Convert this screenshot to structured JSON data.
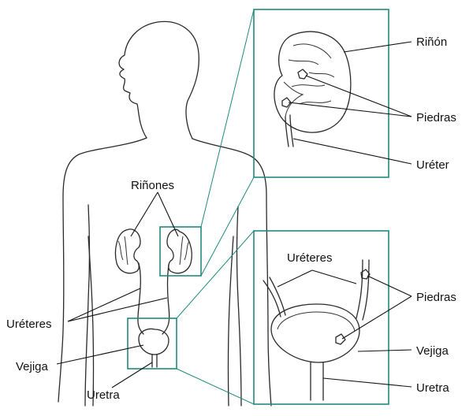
{
  "labels": {
    "rinones": "Riñones",
    "ureteres_body": "Uréteres",
    "vejiga_body": "Vejiga",
    "uretra_body": "Uretra",
    "rinon_inset": "Riñón",
    "piedras_kidney": "Piedras",
    "ureter_inset": "Uréter",
    "ureteres_inset": "Uréteres",
    "piedras_bladder": "Piedras",
    "vejiga_inset": "Vejiga",
    "uretra_inset": "Uretra"
  },
  "colors": {
    "callout_box": "#1f8a7c",
    "line_art": "#2a2a2a",
    "organ_fill": "#e4e4e4"
  }
}
